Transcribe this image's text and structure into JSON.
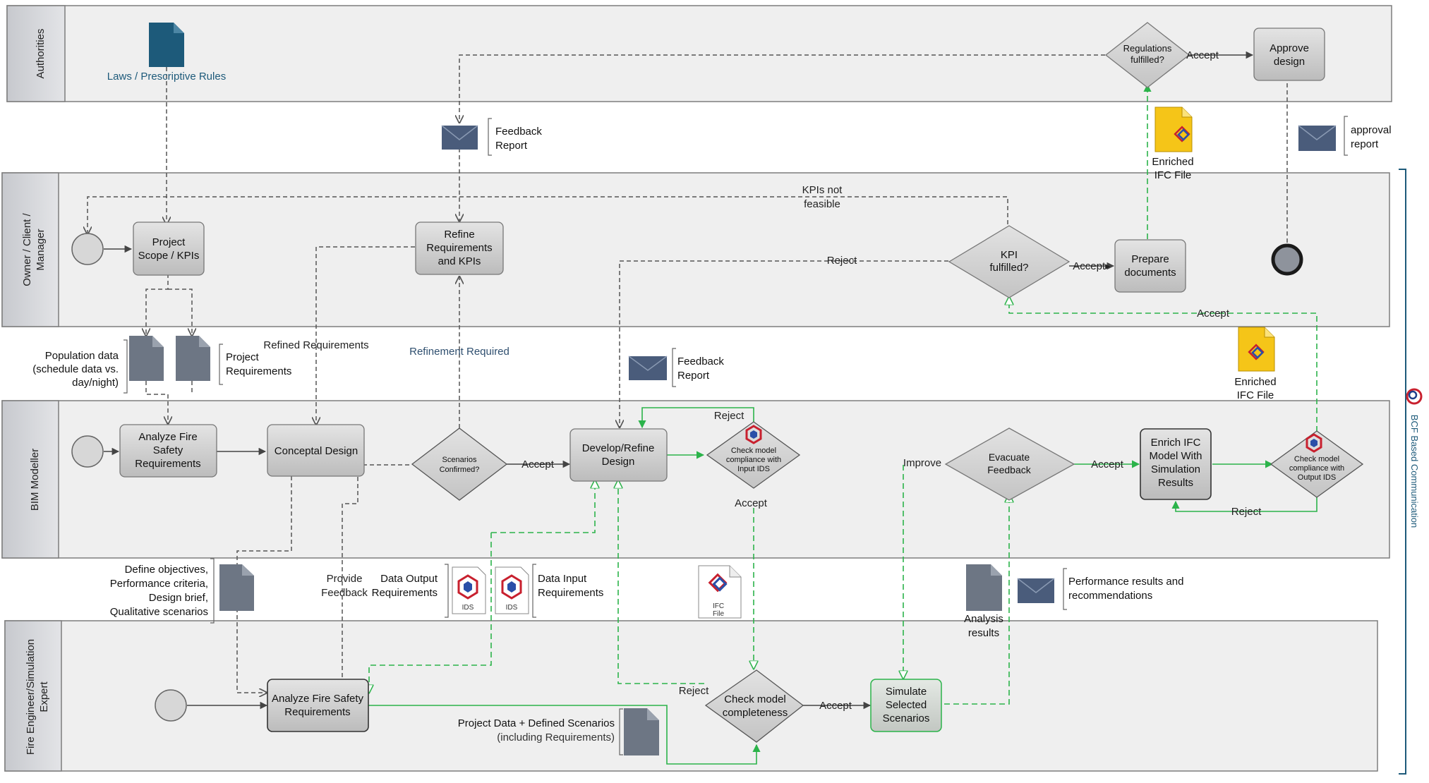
{
  "lanes": {
    "authorities": "Authorities",
    "owner": [
      "Owner / Client /",
      "Manager"
    ],
    "bim": "BIM Modeller",
    "fire": [
      "Fire Engineer/Simulation",
      "Expert"
    ]
  },
  "side_label": "BCF Based Communication",
  "tasks": {
    "approve_design": [
      "Approve",
      "design"
    ],
    "project_scope": [
      "Project",
      "Scope / KPIs"
    ],
    "refine_requirements": [
      "Refine",
      "Requirements",
      "and KPIs"
    ],
    "prepare_documents": [
      "Prepare",
      "documents"
    ],
    "analyze_fire_bim": [
      "Analyze Fire",
      "Safety",
      "Requirements"
    ],
    "conceptual_design": [
      "Conceptal Design"
    ],
    "develop_refine": [
      "Develop/Refine",
      "Design"
    ],
    "enrich_ifc": [
      "Enrich IFC",
      "Model With",
      "Simulation",
      "Results"
    ],
    "analyze_fire_expert": [
      "Analyze Fire Safety",
      "Requirements"
    ],
    "simulate": [
      "Simulate",
      "Selected",
      "Scenarios"
    ]
  },
  "gateways": {
    "regulations": [
      "Regulations",
      "fulfilled?"
    ],
    "kpi": [
      "KPI",
      "fulfilled?"
    ],
    "scenarios": [
      "Scenarios",
      "Confirmed?"
    ],
    "check_input_ids": [
      "Check model",
      "compliance with",
      "Input IDS"
    ],
    "evacuate": [
      "Evacuate",
      "Feedback"
    ],
    "check_output_ids": [
      "Check model",
      "compliance with",
      "Output IDS"
    ],
    "check_completeness": [
      "Check model",
      "completeness"
    ]
  },
  "edge_labels": {
    "accept": "Accept",
    "accept_dot": "Accept▸",
    "reject": "Reject",
    "improve": "Improve",
    "kpis_not_feasible": [
      "KPIs not",
      "feasible"
    ],
    "refinement_required": "Refinement Required",
    "refined_requirements": "Refined Requirements",
    "provide_feedback": [
      "Provide",
      "Feedback"
    ]
  },
  "artifacts": {
    "laws": "Laws / Prescriptive Rules",
    "feedback_report": [
      "Feedback",
      "Report"
    ],
    "approval_report": [
      "approval",
      "report"
    ],
    "enriched_ifc": [
      "Enriched",
      "IFC File"
    ],
    "population_data": [
      "Population data",
      "(schedule data vs.",
      "day/night)"
    ],
    "project_requirements": [
      "Project",
      "Requirements"
    ],
    "define_objectives": [
      "Define objectives,",
      "Performance criteria,",
      "Design brief,",
      "Qualitative scenarios"
    ],
    "data_output_requirements": [
      "Data Output",
      "Requirements"
    ],
    "data_input_requirements": [
      "Data Input",
      "Requirements"
    ],
    "ids_label": "IDS",
    "ifc_file_icon": [
      "IFC",
      "File"
    ],
    "analysis_results": [
      "Analysis",
      "results"
    ],
    "performance_results": [
      "Performance results and",
      "recommendations"
    ],
    "project_data": "Project Data + Defined Scenarios",
    "including_requirements": "(including Requirements)"
  },
  "colors": {
    "lane_fill": "#efefef",
    "lane_header": "#d4d6da",
    "task_fill": "#cfcfcf",
    "doc_fill": "#6d7684",
    "envelope": "#4a5c7b",
    "laws_doc": "#1d5a7a",
    "ifc_yellow": "#f5c518",
    "flow_green": "#2bb34a",
    "flow_dark": "#444444",
    "bracket_blue": "#1d5a7a"
  }
}
